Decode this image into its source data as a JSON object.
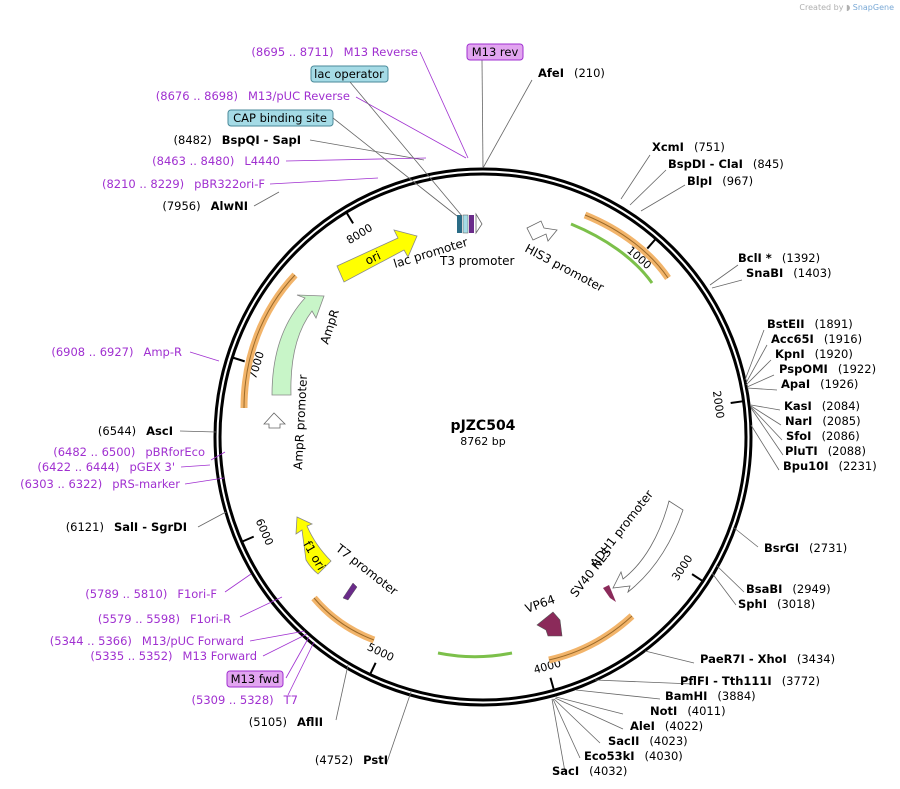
{
  "credit": {
    "prefix": "Created by",
    "brand": "SnapGene"
  },
  "plasmid": {
    "name": "pJZC504",
    "length_label": "8762 bp",
    "length": 8762
  },
  "colors": {
    "primer": "#a030d0",
    "enzyme": "#000000",
    "marker": "#000000",
    "ori": "#ffff00",
    "ampr": "#c8f5c8",
    "promoter": "#ffffff",
    "lac": "#a5dbe6",
    "orange": "#f2b46a",
    "green": "#7cc04a",
    "vp64": "#8b2a5a",
    "primer_box": "#e2a5f0"
  },
  "ticks": [
    {
      "pos": 1000,
      "label": "1000"
    },
    {
      "pos": 2000,
      "label": "2000"
    },
    {
      "pos": 3000,
      "label": "3000"
    },
    {
      "pos": 4000,
      "label": "4000"
    },
    {
      "pos": 5000,
      "label": "5000"
    },
    {
      "pos": 6000,
      "label": "6000"
    },
    {
      "pos": 7000,
      "label": "7000"
    },
    {
      "pos": 8000,
      "label": "8000"
    }
  ],
  "enzymes_right": [
    {
      "name": "AfeI",
      "pos": "(210)",
      "site": 210
    },
    {
      "name": "XcmI",
      "pos": "(751)",
      "site": 751
    },
    {
      "name": "BspDI - ClaI",
      "pos": "(845)",
      "site": 845
    },
    {
      "name": "BlpI",
      "pos": "(967)",
      "site": 967
    },
    {
      "name": "BclI *",
      "pos": "(1392)",
      "site": 1392
    },
    {
      "name": "SnaBI",
      "pos": "(1403)",
      "site": 1403
    },
    {
      "name": "BstEII",
      "pos": "(1891)",
      "site": 1891
    },
    {
      "name": "Acc65I",
      "pos": "(1916)",
      "site": 1916
    },
    {
      "name": "KpnI",
      "pos": "(1920)",
      "site": 1920
    },
    {
      "name": "PspOMI",
      "pos": "(1922)",
      "site": 1922
    },
    {
      "name": "ApaI",
      "pos": "(1926)",
      "site": 1926
    },
    {
      "name": "KasI",
      "pos": "(2084)",
      "site": 2084
    },
    {
      "name": "NarI",
      "pos": "(2085)",
      "site": 2085
    },
    {
      "name": "SfoI",
      "pos": "(2086)",
      "site": 2086
    },
    {
      "name": "PluTI",
      "pos": "(2088)",
      "site": 2088
    },
    {
      "name": "Bpu10I",
      "pos": "(2231)",
      "site": 2231
    },
    {
      "name": "BsrGI",
      "pos": "(2731)",
      "site": 2731
    },
    {
      "name": "BsaBI",
      "pos": "(2949)",
      "site": 2949
    },
    {
      "name": "SphI",
      "pos": "(3018)",
      "site": 3018
    },
    {
      "name": "PaeR7I - XhoI",
      "pos": "(3434)",
      "site": 3434
    },
    {
      "name": "PflFI - Tth111I",
      "pos": "(3772)",
      "site": 3772
    },
    {
      "name": "BamHI",
      "pos": "(3884)",
      "site": 3884
    },
    {
      "name": "NotI",
      "pos": "(4011)",
      "site": 4011
    },
    {
      "name": "AleI",
      "pos": "(4022)",
      "site": 4022
    },
    {
      "name": "SacII",
      "pos": "(4023)",
      "site": 4023
    },
    {
      "name": "Eco53kI",
      "pos": "(4030)",
      "site": 4030
    },
    {
      "name": "SacI",
      "pos": "(4032)",
      "site": 4032
    }
  ],
  "enzymes_left": [
    {
      "name": "PstI",
      "pos": "(4752)",
      "site": 4752
    },
    {
      "name": "AflII",
      "pos": "(5105)",
      "site": 5105
    },
    {
      "name": "SalI - SgrDI",
      "pos": "(6121)",
      "site": 6121
    },
    {
      "name": "AscI",
      "pos": "(6544)",
      "site": 6544
    },
    {
      "name": "AlwNI",
      "pos": "(7956)",
      "site": 7956
    },
    {
      "name": "BspQI - SapI",
      "pos": "(8482)",
      "site": 8482
    }
  ],
  "primers": [
    {
      "name": "M13 Reverse",
      "range": "(8695 .. 8711)"
    },
    {
      "name": "M13/pUC Reverse",
      "range": "(8676 .. 8698)"
    },
    {
      "name": "L4440",
      "range": "(8463 .. 8480)"
    },
    {
      "name": "pBR322ori-F",
      "range": "(8210 .. 8229)"
    },
    {
      "name": "Amp-R",
      "range": "(6908 .. 6927)"
    },
    {
      "name": "pBRforEco",
      "range": "(6482 .. 6500)"
    },
    {
      "name": "pGEX 3'",
      "range": "(6422 .. 6444)"
    },
    {
      "name": "pRS-marker",
      "range": "(6303 .. 6322)"
    },
    {
      "name": "F1ori-F",
      "range": "(5789 .. 5810)"
    },
    {
      "name": "F1ori-R",
      "range": "(5579 .. 5598)"
    },
    {
      "name": "M13/pUC Forward",
      "range": "(5344 .. 5366)"
    },
    {
      "name": "M13 Forward",
      "range": "(5335 .. 5352)"
    },
    {
      "name": "T7",
      "range": "(5309 .. 5328)"
    }
  ],
  "boxed_labels": [
    {
      "name": "M13 rev"
    },
    {
      "name": "lac operator"
    },
    {
      "name": "CAP binding site"
    },
    {
      "name": "M13 fwd"
    }
  ],
  "features": [
    {
      "name": "ori"
    },
    {
      "name": "AmpR"
    },
    {
      "name": "AmpR promoter"
    },
    {
      "name": "lac promoter"
    },
    {
      "name": "T3 promoter"
    },
    {
      "name": "HIS3 promoter"
    },
    {
      "name": "ADH1 promoter"
    },
    {
      "name": "SV40 NLS"
    },
    {
      "name": "VP64"
    },
    {
      "name": "T7 promoter"
    },
    {
      "name": "f1 ori"
    }
  ]
}
